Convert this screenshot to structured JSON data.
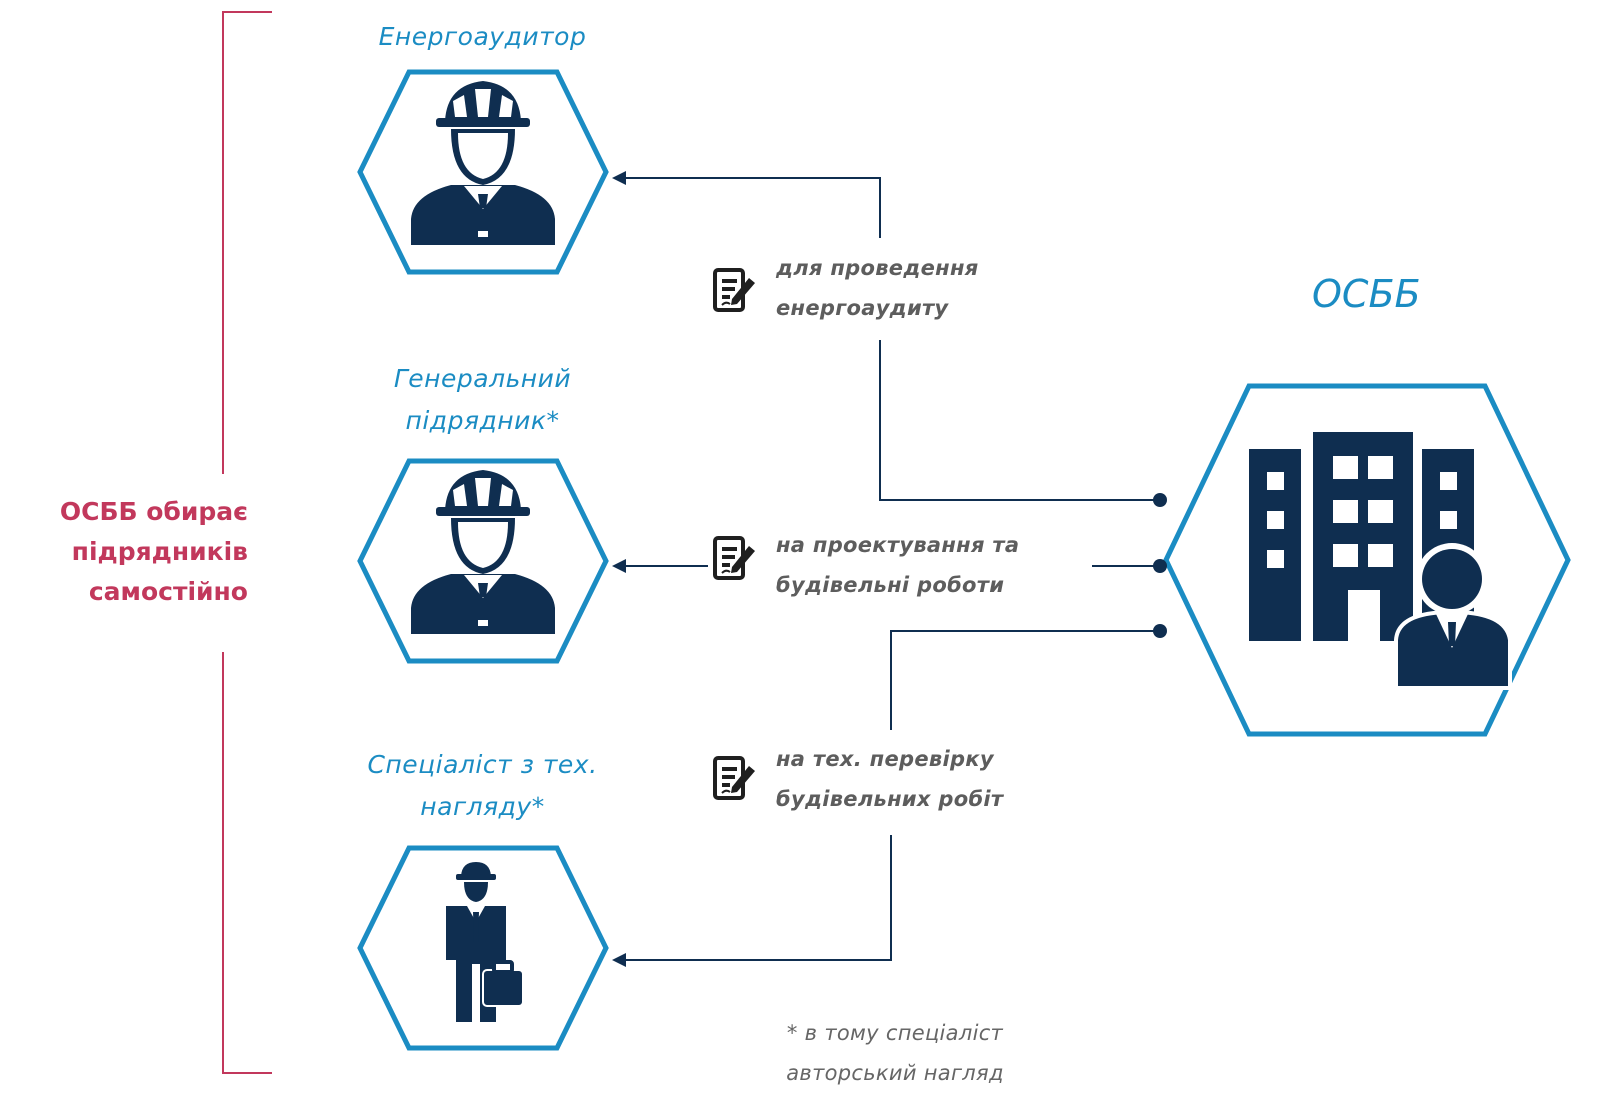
{
  "left_label": {
    "lines": [
      "ОСББ обирає",
      "підрядників",
      "самостійно"
    ]
  },
  "client": {
    "title": "ОСББ",
    "icon": "building-with-manager-icon"
  },
  "contractors": [
    {
      "id": "auditor",
      "lines": [
        "Енергоаудитор"
      ],
      "icon": "worker-helmet-icon"
    },
    {
      "id": "general",
      "lines": [
        "Генеральний",
        "підрядник*"
      ],
      "icon": "worker-helmet-icon"
    },
    {
      "id": "supervisor",
      "lines": [
        "Спеціаліст з тех.",
        "нагляду*"
      ],
      "icon": "worker-briefcase-icon"
    }
  ],
  "contracts": [
    {
      "lines": [
        "для проведення",
        "енергоаудиту"
      ],
      "icon": "contract-document-icon"
    },
    {
      "lines": [
        "на проектування та",
        "будівельні роботи"
      ],
      "icon": "contract-document-icon"
    },
    {
      "lines": [
        "на тех. перевірку",
        "будівельних робіт"
      ],
      "icon": "contract-document-icon"
    }
  ],
  "footnote": {
    "lines": [
      "* в тому спеціаліст",
      "авторський нагляд"
    ]
  },
  "colors": {
    "hex_border": "#1b8cc3",
    "icon_fill": "#0f2e50",
    "connector": "#0f2e50",
    "bracket": "#c2385c",
    "left_text": "#c2385c",
    "flow_text": "#5d5d5d"
  }
}
